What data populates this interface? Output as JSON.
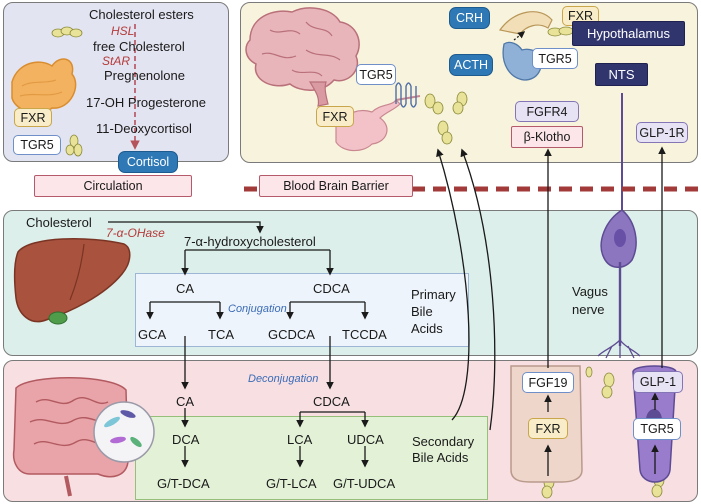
{
  "adrenal": {
    "cholesterol_esters": "Cholesterol esters",
    "hsl": "HSL",
    "free_cholesterol": "free Cholesterol",
    "star": "StAR",
    "pregnenolone": "Pregnenolone",
    "oh_progesterone": "17-OH Progesterone",
    "deoxycortisol": "11-Deoxycortisol",
    "fxr": "FXR",
    "tgr5": "TGR5",
    "cortisol": "Cortisol",
    "circulation": "Circulation"
  },
  "brain": {
    "tgr5": "TGR5",
    "fxr_neuron": "FXR",
    "crh": "CRH",
    "fxr_pituitary": "FXR",
    "acth": "ACTH",
    "tgr5_pituitary": "TGR5",
    "hypothalamus": "Hypothalamus",
    "nts": "NTS",
    "fgfr4": "FGFR4",
    "beta_klotho": "β-Klotho",
    "glp1r": "GLP-1R",
    "bbb": "Blood Brain Barrier"
  },
  "liver": {
    "cholesterol": "Cholesterol",
    "enzyme": "7-α-OHase",
    "hydroxycholesterol": "7-α-hydroxycholesterol",
    "ca": "CA",
    "cdca": "CDCA",
    "conjugation": "Conjugation",
    "gca": "GCA",
    "tca": "TCA",
    "gcdca": "GCDCA",
    "tccda": "TCCDA",
    "primary": "Primary Bile Acids",
    "vagus": "Vagus nerve"
  },
  "gut": {
    "deconjugation": "Deconjugation",
    "ca": "CA",
    "cdca": "CDCA",
    "dca": "DCA",
    "lca": "LCA",
    "udca": "UDCA",
    "gt_dca": "G/T-DCA",
    "gt_lca": "G/T-LCA",
    "gt_udca": "G/T-UDCA",
    "secondary": "Secondary Bile Acids",
    "fgf19": "FGF19",
    "fxr": "FXR",
    "glp1": "GLP-1",
    "tgr5": "TGR5"
  },
  "colors": {
    "adrenal_panel": "#e3e4f1",
    "brain_panel": "#f8f3dc",
    "liver_panel": "#dcefea",
    "gut_panel": "#f7dfe2",
    "barrier": "#a33a3a"
  }
}
